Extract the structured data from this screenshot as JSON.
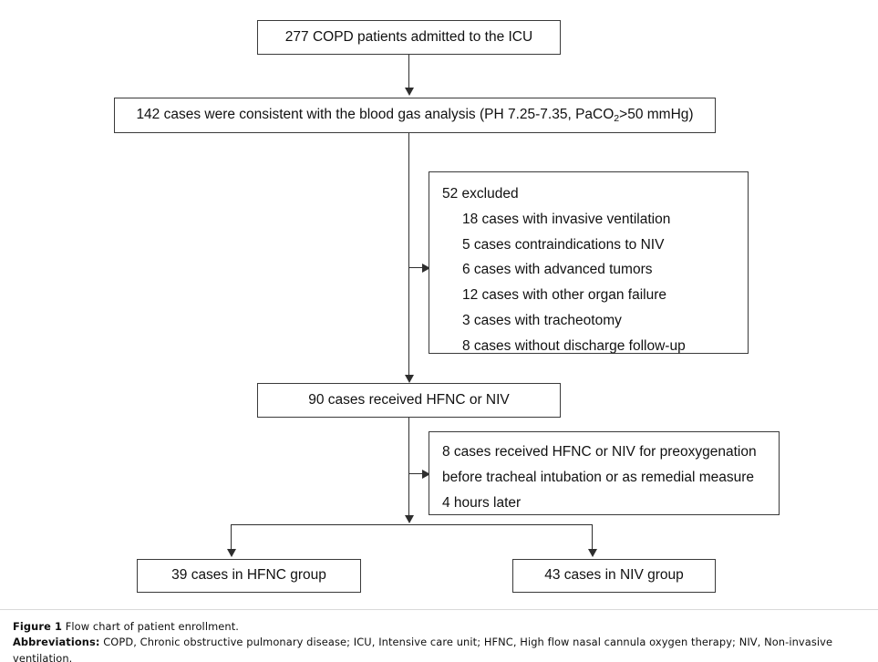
{
  "figure": {
    "boxes": {
      "admitted": "277 COPD patients admitted to the ICU",
      "bloodgas_pre": "142 cases were consistent with the blood gas analysis (PH 7.25-7.35, PaCO",
      "bloodgas_sub": "2",
      "bloodgas_post": ">50 mmHg)",
      "received": "90 cases received HFNC or NIV",
      "hfnc_group": "39 cases in HFNC group",
      "niv_group": "43 cases in NIV group"
    },
    "excluded": {
      "heading": "52 excluded",
      "items": [
        "18 cases with invasive ventilation",
        "5 cases contraindications to NIV",
        "6 cases with advanced tumors",
        "12 cases with other organ failure",
        "3 cases with tracheotomy",
        "8 cases without discharge follow-up"
      ]
    },
    "preoxygenation": {
      "lines": [
        "8 cases received HFNC or NIV for preoxygenation",
        "before tracheal intubation or as remedial measure",
        "4 hours later"
      ]
    }
  },
  "caption": {
    "figure_label": "Figure 1",
    "figure_title": "Flow chart of patient enrollment.",
    "abbrev_label": "Abbreviations:",
    "abbrev_text": "COPD, Chronic obstructive pulmonary disease; ICU, Intensive care unit; HFNC, High flow nasal cannula oxygen therapy; NIV, Non-invasive ventilation."
  },
  "colors": {
    "box_border": "#3a3a3a",
    "connector": "#2e2e2e",
    "text": "#111111",
    "background": "#ffffff"
  }
}
